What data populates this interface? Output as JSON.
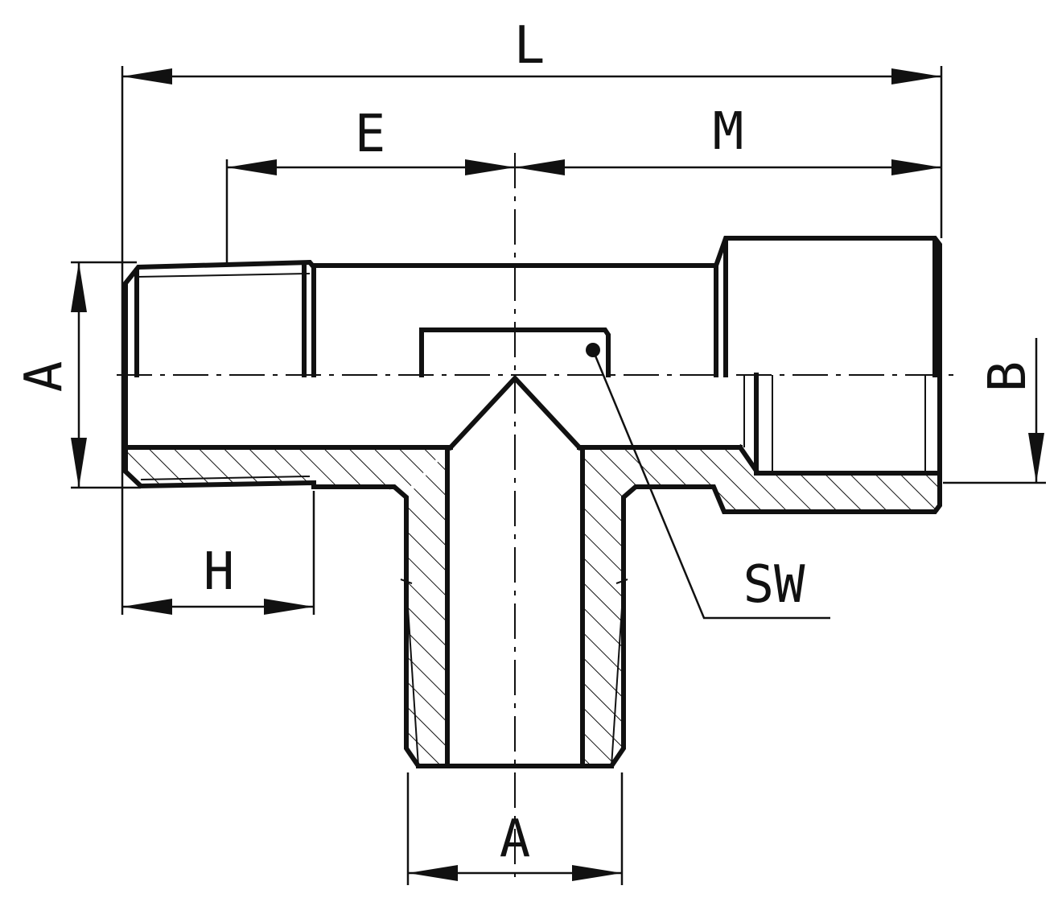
{
  "drawing": {
    "dimension_labels": {
      "L": "L",
      "E": "E",
      "M": "M",
      "A_left": "A",
      "B": "B",
      "H": "H",
      "SW": "SW",
      "A_bottom": "A"
    }
  }
}
